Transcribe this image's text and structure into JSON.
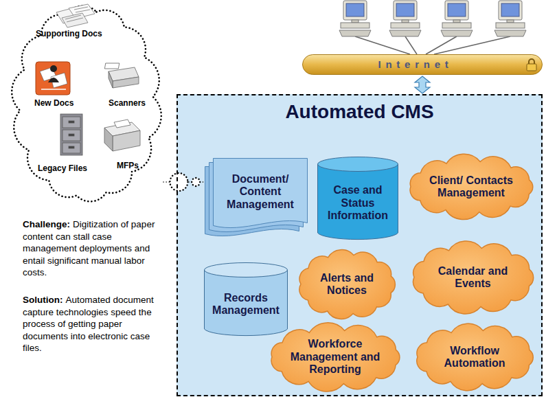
{
  "diagram": {
    "nodes": [
      {
        "text": [
          "Supporting Docs",
          "New Docs",
          "Scanners",
          "Legacy Files",
          "MFPs"
        ]
      },
      {
        "text": [
          "Internet"
        ]
      },
      {
        "text": [
          "Automated CMS"
        ]
      },
      {
        "text": [
          "Document/ Content Management"
        ],
        "in": 2
      },
      {
        "text": [
          "Case and Status Information"
        ],
        "in": 2
      },
      {
        "text": [
          "Client/ Contacts Management"
        ],
        "in": 2
      },
      {
        "text": [
          "Records Management"
        ],
        "in": 2
      },
      {
        "text": [
          "Alerts and Notices"
        ],
        "in": 2
      },
      {
        "text": [
          "Calendar and Events"
        ],
        "in": 2
      },
      {
        "text": [
          "Workforce Management and Reporting"
        ],
        "in": 2
      },
      {
        "text": [
          "Workflow Automation"
        ],
        "in": 2
      }
    ],
    "edges": [
      {
        "from": 0,
        "to": 3,
        "arrow": "none"
      },
      {
        "from": 1,
        "to": 2,
        "arrow": "both"
      }
    ],
    "labels": [
      "Challenge:",
      "Digitization of paper content can stall case management deployments and entail significant manual labor costs.",
      "Solution:",
      "Automated document capture technologies speed the process of getting paper documents into electronic case files."
    ]
  }
}
